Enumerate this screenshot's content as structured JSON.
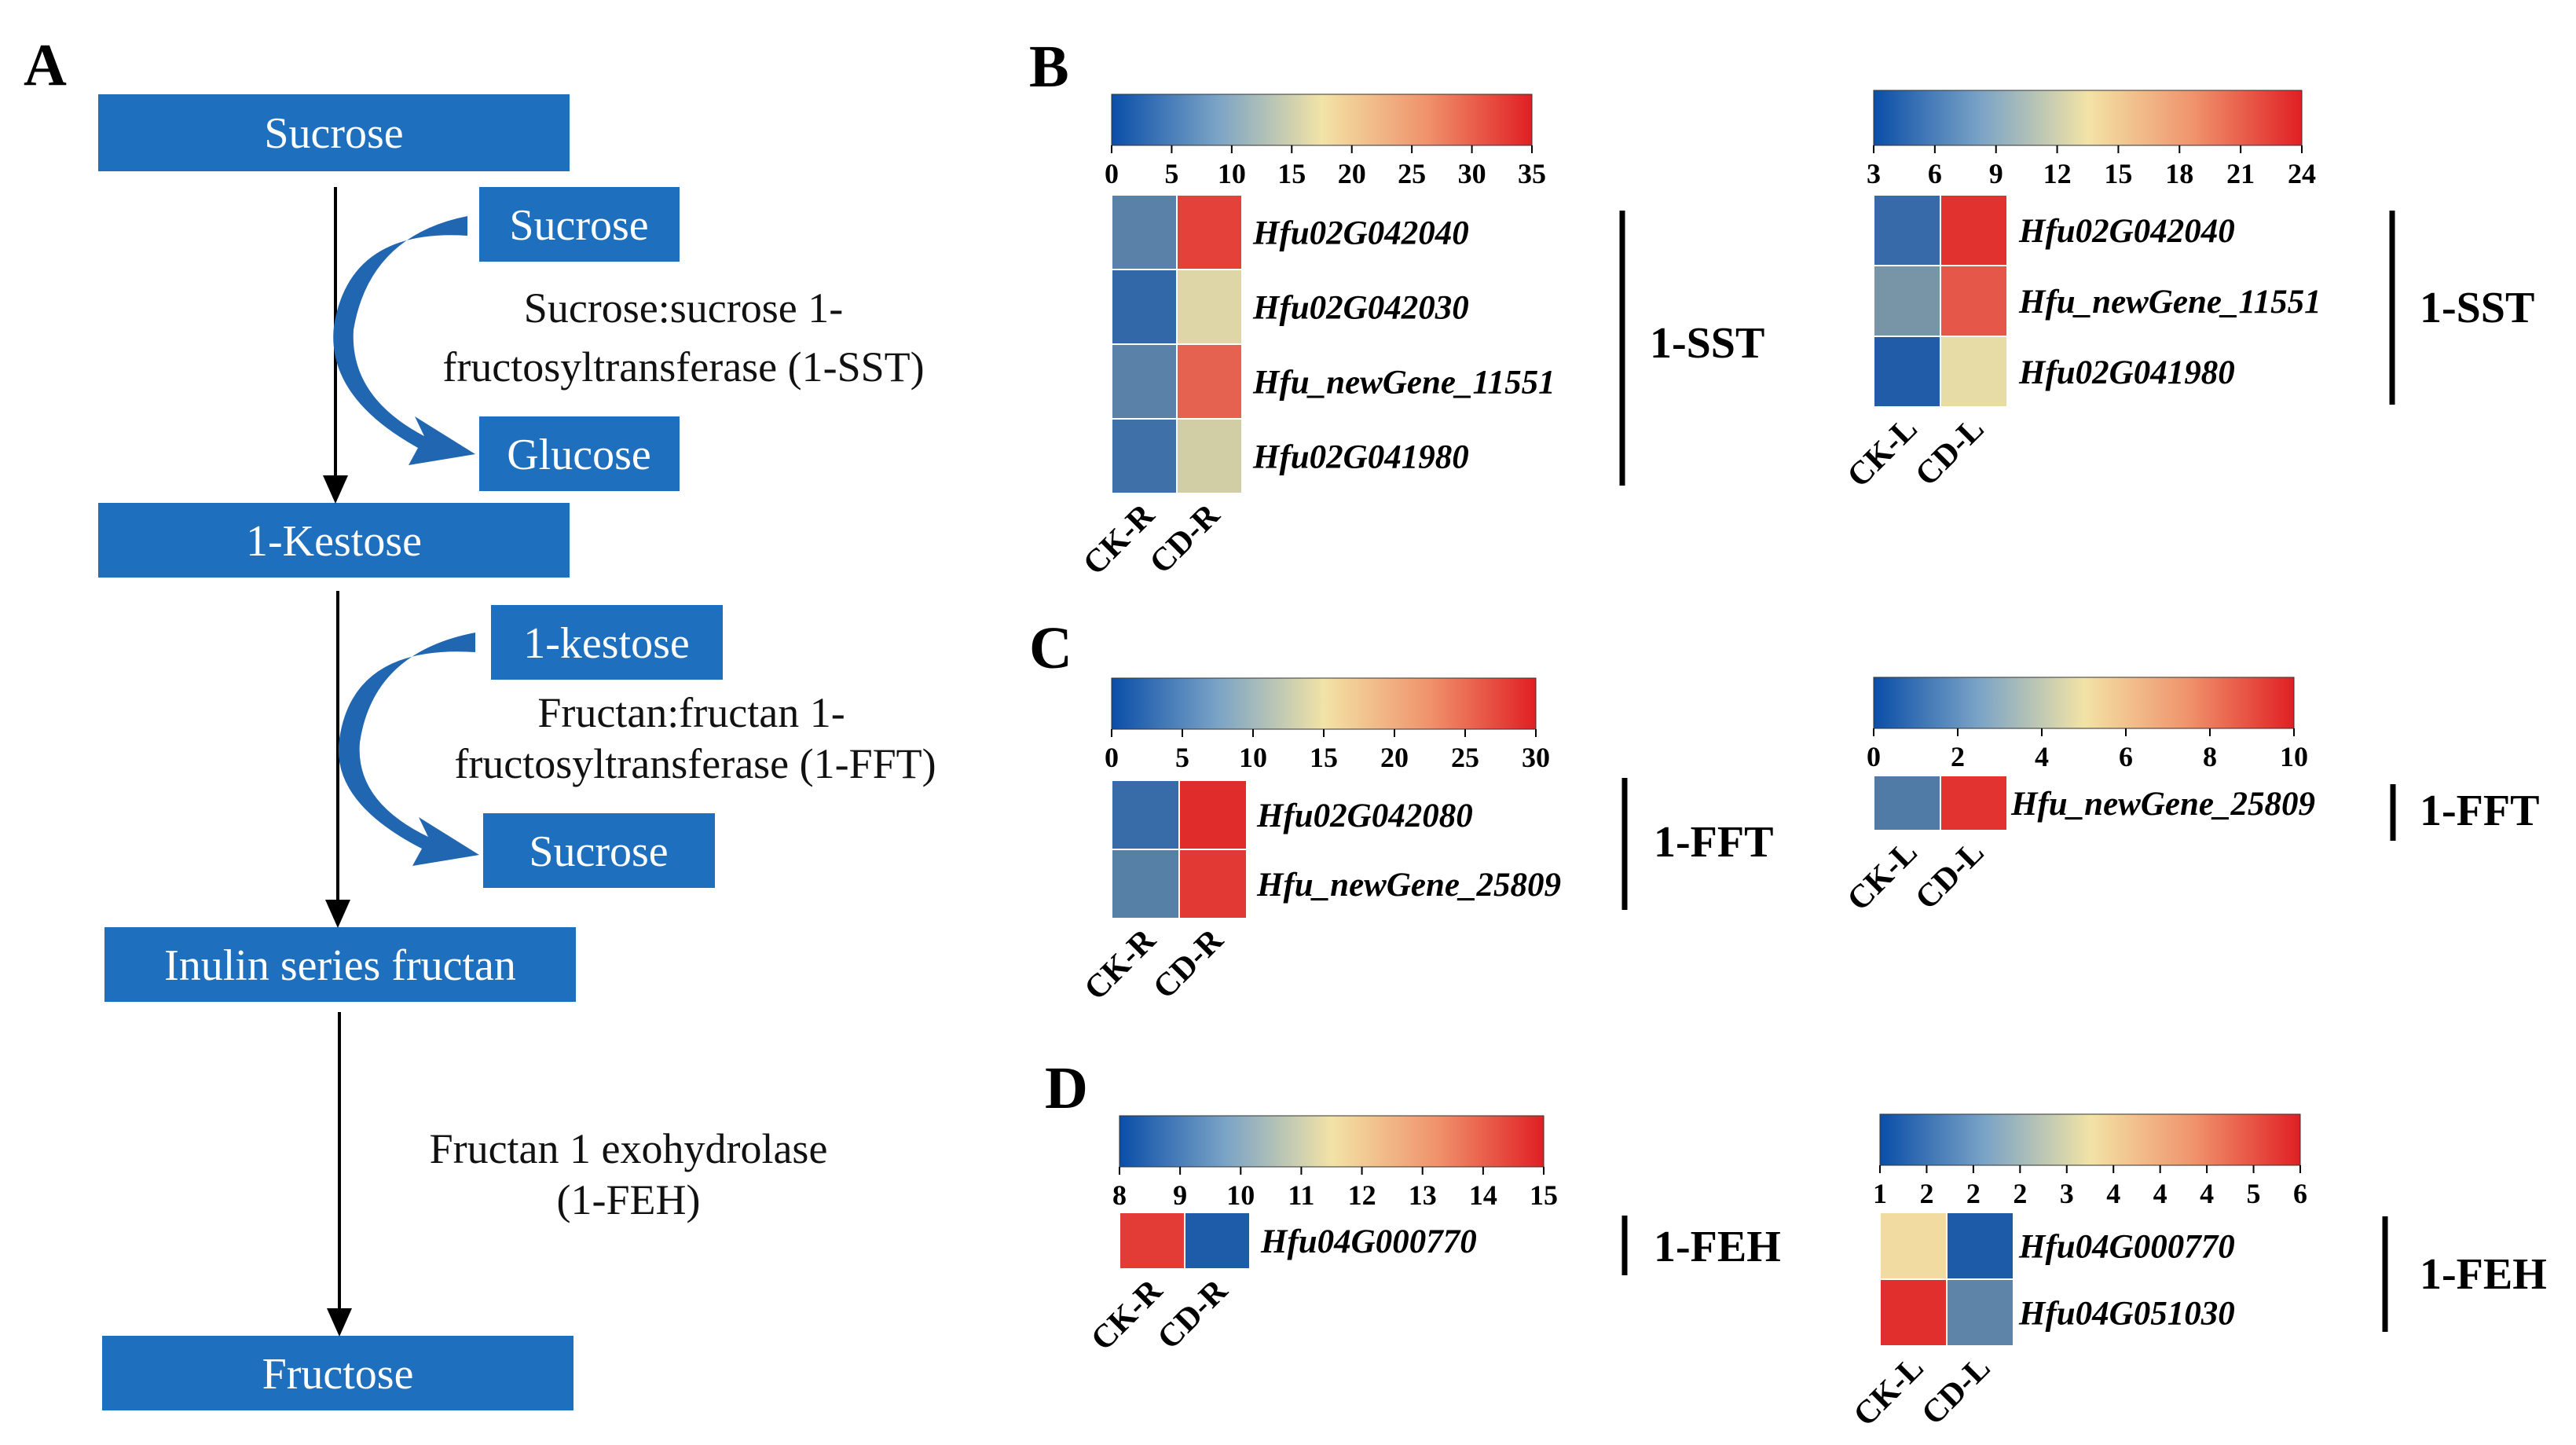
{
  "panel_labels": {
    "a": "A",
    "b": "B",
    "c": "C",
    "d": "D"
  },
  "pathway": {
    "main_boxes": [
      "Sucrose",
      "1-Kestose",
      "Inulin series fructan",
      "Fructose"
    ],
    "step1": {
      "input": "Sucrose",
      "output": "Glucose",
      "enzyme_line1": "Sucrose:sucrose 1-",
      "enzyme_line2": "fructosyltransferase (1-SST)"
    },
    "step2": {
      "input": "1-kestose",
      "output": "Sucrose",
      "enzyme_line1": "Fructan:fructan 1-",
      "enzyme_line2": "fructosyltransferase (1-FFT)"
    },
    "step3": {
      "enzyme_line1": "Fructan 1 exohydrolase",
      "enzyme_line2": "(1-FEH)"
    }
  },
  "colors": {
    "box": "#1e6fbd",
    "low": "#0a4ea8",
    "mid": "#f2e3a6",
    "high": "#e01f23",
    "arrow": "#2166b0"
  },
  "chart_data": [
    {
      "type": "heatmap",
      "panel": "B",
      "group": "1-SST",
      "scale_ticks": [
        "0",
        "5",
        "10",
        "15",
        "20",
        "25",
        "30",
        "35"
      ],
      "scale_range": [
        0,
        35
      ],
      "columns": [
        "CK-R",
        "CD-R"
      ],
      "rows": [
        "Hfu02G042040",
        "Hfu02G042030",
        "Hfu_newGene_11551",
        "Hfu02G041980"
      ],
      "values": [
        [
          6,
          32
        ],
        [
          3,
          16
        ],
        [
          6,
          29
        ],
        [
          4,
          15
        ]
      ]
    },
    {
      "type": "heatmap",
      "panel": "B",
      "group": "1-SST",
      "scale_ticks": [
        "3",
        "6",
        "9",
        "12",
        "15",
        "18",
        "21",
        "24"
      ],
      "scale_range": [
        3,
        24
      ],
      "columns": [
        "CK-L",
        "CD-L"
      ],
      "rows": [
        "Hfu02G042040",
        "Hfu_newGene_11551",
        "Hfu02G041980"
      ],
      "values": [
        [
          5,
          23
        ],
        [
          8,
          21
        ],
        [
          4,
          13
        ]
      ]
    },
    {
      "type": "heatmap",
      "panel": "C",
      "group": "1-FFT",
      "scale_ticks": [
        "0",
        "5",
        "10",
        "15",
        "20",
        "25",
        "30"
      ],
      "scale_range": [
        0,
        30
      ],
      "columns": [
        "CK-R",
        "CD-R"
      ],
      "rows": [
        "Hfu02G042080",
        "Hfu_newGene_25809"
      ],
      "values": [
        [
          3,
          29
        ],
        [
          5,
          28
        ]
      ]
    },
    {
      "type": "heatmap",
      "panel": "C",
      "group": "1-FFT",
      "scale_ticks": [
        "0",
        "2",
        "4",
        "6",
        "8",
        "10"
      ],
      "scale_range": [
        0,
        10
      ],
      "columns": [
        "CK-L",
        "CD-L"
      ],
      "rows": [
        "Hfu_newGene_25809"
      ],
      "values": [
        [
          1.5,
          9.5
        ]
      ]
    },
    {
      "type": "heatmap",
      "panel": "D",
      "group": "1-FEH",
      "scale_ticks": [
        "8",
        "9",
        "10",
        "11",
        "12",
        "13",
        "14",
        "15"
      ],
      "scale_range": [
        8,
        15
      ],
      "columns": [
        "CK-R",
        "CD-R"
      ],
      "rows": [
        "Hfu04G000770"
      ],
      "values": [
        [
          14.5,
          8.3
        ]
      ]
    },
    {
      "type": "heatmap",
      "panel": "D",
      "group": "1-FEH",
      "scale_ticks": [
        "1",
        "2",
        "2",
        "2",
        "3",
        "4",
        "4",
        "4",
        "5",
        "6"
      ],
      "scale_range": [
        1,
        6
      ],
      "columns": [
        "CK-L",
        "CD-L"
      ],
      "rows": [
        "Hfu04G000770",
        "Hfu04G051030"
      ],
      "values": [
        [
          3.6,
          1.2
        ],
        [
          5.8,
          1.9
        ]
      ]
    }
  ]
}
